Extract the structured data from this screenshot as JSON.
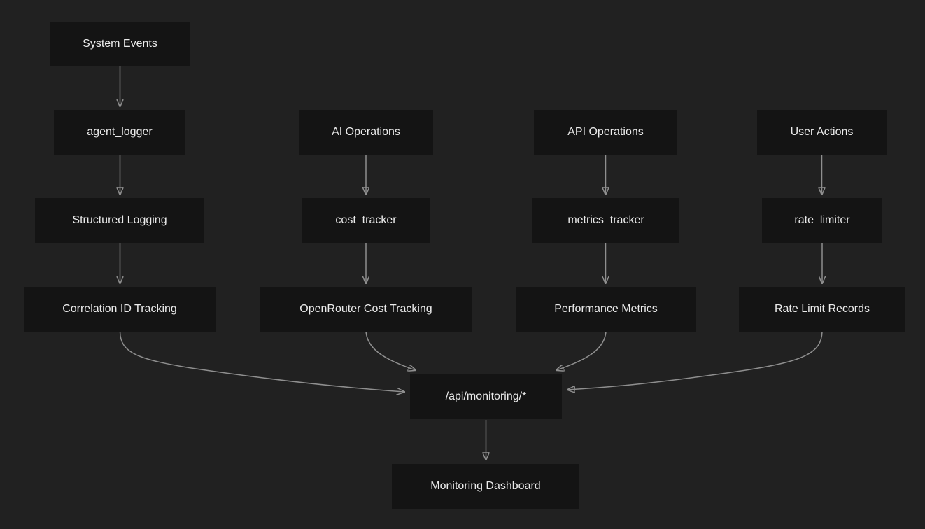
{
  "diagram": {
    "type": "flowchart",
    "direction": "top-down",
    "colors": {
      "background": "#212121",
      "node_background": "#141414",
      "node_text": "#ebebeb",
      "edge": "#8f8f8f"
    },
    "nodes": {
      "system_events": {
        "label": "System Events"
      },
      "agent_logger": {
        "label": "agent_logger"
      },
      "ai_operations": {
        "label": "AI Operations"
      },
      "api_operations": {
        "label": "API Operations"
      },
      "user_actions": {
        "label": "User Actions"
      },
      "structured_logging": {
        "label": "Structured Logging"
      },
      "cost_tracker": {
        "label": "cost_tracker"
      },
      "metrics_tracker": {
        "label": "metrics_tracker"
      },
      "rate_limiter": {
        "label": "rate_limiter"
      },
      "correlation_id_tracking": {
        "label": "Correlation ID Tracking"
      },
      "openrouter_cost_tracking": {
        "label": "OpenRouter Cost Tracking"
      },
      "performance_metrics": {
        "label": "Performance Metrics"
      },
      "rate_limit_records": {
        "label": "Rate Limit Records"
      },
      "api_monitoring_route": {
        "label": "/api/monitoring/*"
      },
      "monitoring_dashboard": {
        "label": "Monitoring Dashboard"
      }
    },
    "edges": [
      {
        "from": "System Events",
        "to": "agent_logger"
      },
      {
        "from": "agent_logger",
        "to": "Structured Logging"
      },
      {
        "from": "Structured Logging",
        "to": "Correlation ID Tracking"
      },
      {
        "from": "AI Operations",
        "to": "cost_tracker"
      },
      {
        "from": "cost_tracker",
        "to": "OpenRouter Cost Tracking"
      },
      {
        "from": "API Operations",
        "to": "metrics_tracker"
      },
      {
        "from": "metrics_tracker",
        "to": "Performance Metrics"
      },
      {
        "from": "User Actions",
        "to": "rate_limiter"
      },
      {
        "from": "rate_limiter",
        "to": "Rate Limit Records"
      },
      {
        "from": "Correlation ID Tracking",
        "to": "/api/monitoring/*"
      },
      {
        "from": "OpenRouter Cost Tracking",
        "to": "/api/monitoring/*"
      },
      {
        "from": "Performance Metrics",
        "to": "/api/monitoring/*"
      },
      {
        "from": "Rate Limit Records",
        "to": "/api/monitoring/*"
      },
      {
        "from": "/api/monitoring/*",
        "to": "Monitoring Dashboard"
      }
    ]
  }
}
